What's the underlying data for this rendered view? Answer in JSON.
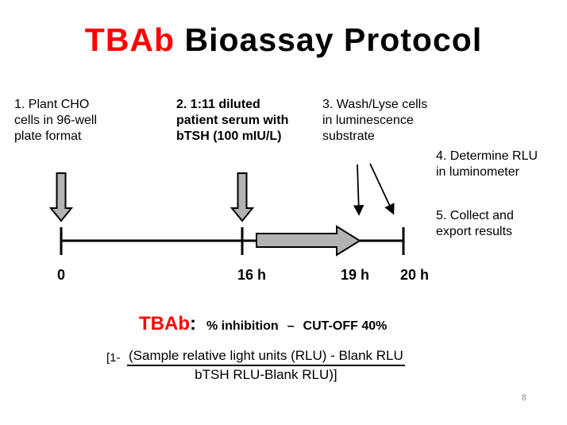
{
  "title": {
    "highlight": "TBAb",
    "rest": " Bioassay Protocol"
  },
  "steps": [
    {
      "text": "1. Plant CHO\ncells in 96-well\nplate format"
    },
    {
      "text": "2. 1:11 diluted\npatient serum with\nbTSH (100 mIU/L)"
    },
    {
      "text": "3. Wash/Lyse cells\nin luminescence\nsubstrate"
    },
    {
      "text": "4. Determine RLU\nin luminometer"
    },
    {
      "text": "5. Collect and\nexport results"
    }
  ],
  "timeline": {
    "labels": [
      "0",
      "16 h",
      "19 h",
      "20 h"
    ]
  },
  "formula": {
    "name": "TBAb",
    "colon": ":",
    "inhibition": "% inhibition",
    "dash": "–",
    "cutoff": "CUT-OFF 40%",
    "prefix": "[1-",
    "numerator": "(Sample relative light units (RLU) - Blank RLU",
    "denominator": "bTSH RLU-Blank RLU)]"
  },
  "page_number": "8",
  "colors": {
    "accent_red": "#ff0000",
    "arrow_gray": "#b3b3b3",
    "arrow_outline": "#000000",
    "text": "#000000",
    "page_number_gray": "#8a8a8a"
  }
}
